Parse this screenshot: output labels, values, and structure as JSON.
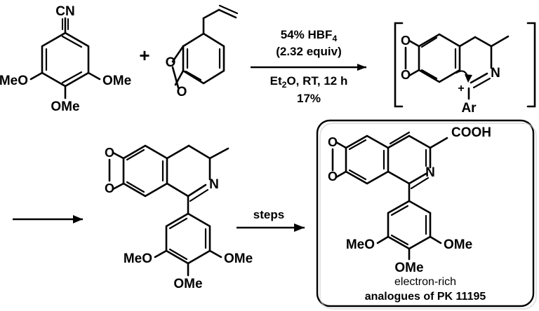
{
  "figure": {
    "type": "chemical-reaction-scheme",
    "background_color": "#ffffff",
    "line_color": "#000000",
    "rows": 2
  },
  "row1": {
    "reactant1": {
      "name": "3,4,5-trimethoxybenzonitrile",
      "labels": {
        "nitrile": "CN",
        "ome_left": "MeO",
        "ome_right": "OMe",
        "ome_bottom": "OMe"
      }
    },
    "plus_sign": "+",
    "reactant2": {
      "name": "safrole",
      "labels": {
        "o_top": "O",
        "o_bottom": "O"
      }
    },
    "conditions": {
      "above_line_1": "54% HBF",
      "above_line_1_sub": "4",
      "above_line_2": "(2.32 equiv)",
      "below_line_1_a": "Et",
      "below_line_1_sub": "2",
      "below_line_1_b": "O, RT, 12 h",
      "below_line_2": "17%"
    },
    "intermediate": {
      "name": "nitrilium-ion-intermediate",
      "bracketed": true,
      "labels": {
        "o_top": "O",
        "o_bottom": "O",
        "nitrogen": "N",
        "charge": "+",
        "aryl": "Ar"
      }
    }
  },
  "row2": {
    "continuation_arrow": "arrow-right",
    "product1": {
      "name": "dihydroisoquinoline",
      "labels": {
        "o_top": "O",
        "o_bottom": "O",
        "nitrogen": "N",
        "ome_left": "MeO",
        "ome_right": "OMe",
        "ome_bottom": "OMe"
      }
    },
    "steps_arrow": {
      "label": "steps"
    },
    "boxed_product": {
      "name": "isoquinoline-carboxylic-acid",
      "labels": {
        "o_top": "O",
        "o_bottom": "O",
        "nitrogen": "N",
        "carboxyl": "COOH",
        "ome_left": "MeO",
        "ome_right": "OMe",
        "ome_bottom": "OMe"
      },
      "caption_line1": "electron-rich",
      "caption_line2": "analogues of PK 11195"
    }
  }
}
